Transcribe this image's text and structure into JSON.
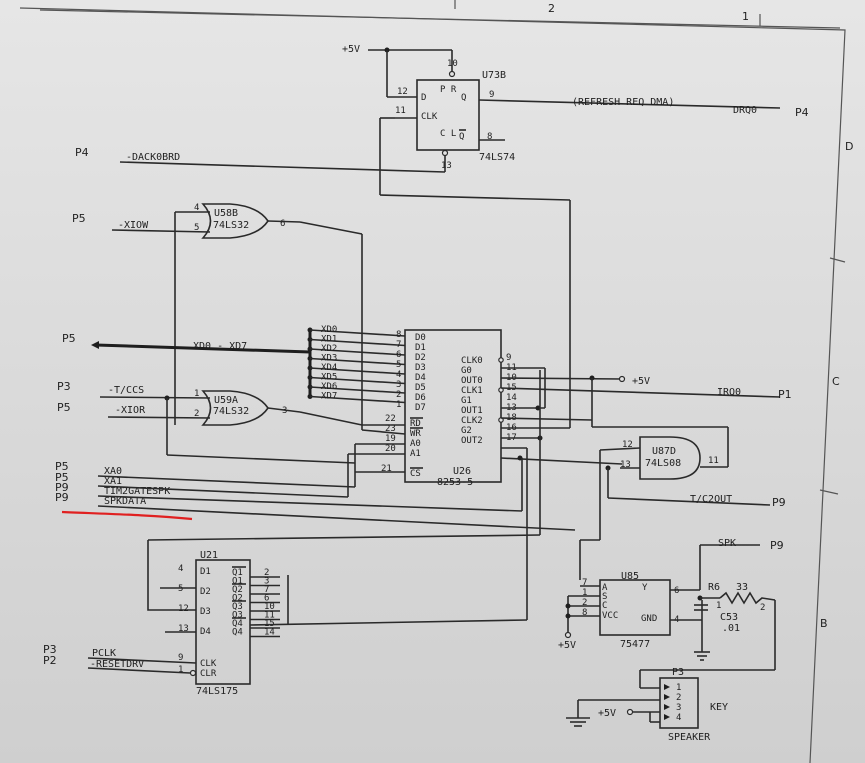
{
  "border": {
    "top": [
      "2",
      "1"
    ],
    "right": [
      "D",
      "C",
      "B"
    ]
  },
  "power": {
    "vcc": "+5V"
  },
  "connectors": {
    "p4_a": "P4",
    "p4_b": "P4",
    "p5_a": "P5",
    "p5_b": "P5",
    "p3_a": "P3",
    "p5_c": "P5",
    "p5_d": "P5",
    "p5_e": "P5",
    "p9_a": "P9",
    "p9_b": "P9",
    "p1": "P1",
    "p9_c": "P9",
    "p9_d": "P9",
    "p3_b": "P3",
    "p2": "P2"
  },
  "signals": {
    "refresh": "(REFRESH REQ DMA)",
    "drq0": "DRQ0",
    "dackobrd": "-DACK0BRD",
    "xiow": "-XIOW",
    "xdbus": "XD0 - XD7",
    "tccs": "-T/CCS",
    "xior": "-XIOR",
    "xa0": "XA0",
    "xa1": "XA1",
    "tim2gatespk": "TIM2GATESPK",
    "spkdata": "SPKDATA",
    "irq0": "IRQ0",
    "t_c2out": "T/C2OUT",
    "spk": "SPK",
    "pclk": "PCLK",
    "resetdrv": "-RESETDRV"
  },
  "xd_lines": [
    "XD0",
    "XD1",
    "XD2",
    "XD3",
    "XD4",
    "XD5",
    "XD6",
    "XD7"
  ],
  "u73b": {
    "ref": "U73B",
    "type": "74LS74",
    "d": "D",
    "q": "Q",
    "qn": "Q",
    "clk": "CLK",
    "pr": "P R",
    "cl": "C L",
    "p12": "12",
    "p11": "11",
    "p9": "9",
    "p8": "8",
    "p10": "10",
    "p13": "13"
  },
  "u58b": {
    "ref": "U58B",
    "type": "74LS32",
    "p4": "4",
    "p5": "5",
    "p6": "6"
  },
  "u59a": {
    "ref": "U59A",
    "type": "74LS32",
    "p1": "1",
    "p2": "2",
    "p3": "3"
  },
  "u26": {
    "ref": "U26",
    "type": "8253-5",
    "d_pins": [
      "D0",
      "D1",
      "D2",
      "D3",
      "D4",
      "D5",
      "D6",
      "D7"
    ],
    "d_nums": [
      "8",
      "7",
      "6",
      "5",
      "4",
      "3",
      "2",
      "1"
    ],
    "rd": "RD",
    "wr": "WR",
    "a0": "A0",
    "a1": "A1",
    "cs": "CS",
    "rd_n": "22",
    "wr_n": "23",
    "a0_n": "19",
    "a1_n": "20",
    "cs_n": "21",
    "right": [
      "CLK0",
      "G0",
      "OUT0",
      "CLK1",
      "G1",
      "OUT1",
      "CLK2",
      "G2",
      "OUT2"
    ],
    "right_nums": [
      "9",
      "11",
      "10",
      "15",
      "14",
      "13",
      "18",
      "16",
      "17"
    ]
  },
  "u87d": {
    "ref": "U87D",
    "type": "74LS08",
    "p12": "12",
    "p13": "13",
    "p11": "11"
  },
  "u85": {
    "ref": "U85",
    "type": "75477",
    "a": "A",
    "s": "S",
    "c": "C",
    "vcc": "VCC",
    "y": "Y",
    "gnd": "GND",
    "p7": "7",
    "p1": "1",
    "p2": "2",
    "p8": "8",
    "p6": "6",
    "p4": "4"
  },
  "r6": {
    "ref": "R6",
    "value": "33",
    "p1": "1",
    "p2": "2"
  },
  "c53": {
    "ref": "C53",
    "value": ".01"
  },
  "p3_conn": {
    "ref": "P3",
    "pins": [
      "1",
      "2",
      "3",
      "4"
    ],
    "key": "KEY",
    "label": "SPEAKER"
  },
  "u21": {
    "ref": "U21",
    "type": "74LS175",
    "d_pins": [
      "D1",
      "D2",
      "D3",
      "D4"
    ],
    "d_nums": [
      "4",
      "5",
      "12",
      "13"
    ],
    "q_pins": [
      "Q1",
      "Q1",
      "Q2",
      "Q2",
      "Q3",
      "Q3",
      "Q4",
      "Q4"
    ],
    "q_nums": [
      "2",
      "3",
      "7",
      "6",
      "10",
      "11",
      "15",
      "14"
    ],
    "clk": "CLK",
    "clr": "CLR",
    "clk_n": "9",
    "clr_n": "1"
  }
}
